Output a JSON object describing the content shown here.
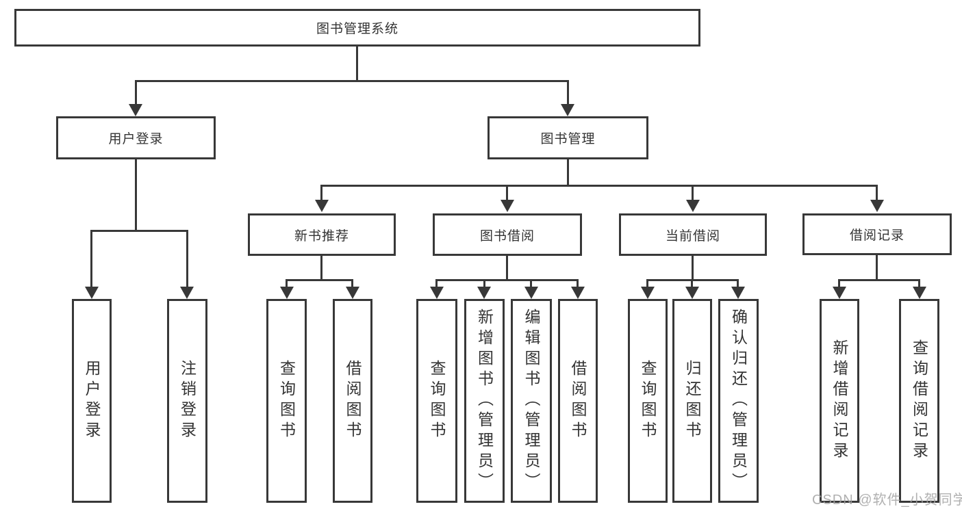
{
  "diagram_title": "图书管理系统",
  "nodes": {
    "system": {
      "label": "图书管理系统"
    },
    "userLogin": {
      "label": "用户登录"
    },
    "bookManagement": {
      "label": "图书管理"
    },
    "newBookRecommend": {
      "label": "新书推荐"
    },
    "bookBorrowing": {
      "label": "图书借阅"
    },
    "currentBorrowing": {
      "label": "当前借阅"
    },
    "borrowingRecords": {
      "label": "借阅记录"
    },
    "userLoginLeaf": {
      "label": "用户登录"
    },
    "logoutLeaf": {
      "label": "注销登录"
    },
    "queryBooks1": {
      "label": "查询图书"
    },
    "borrowBooks1": {
      "label": "借阅图书"
    },
    "queryBooks2": {
      "label": "查询图书"
    },
    "addBooks": {
      "label": "新增图书（管理员）"
    },
    "editBooks": {
      "label": "编辑图书（管理员）"
    },
    "borrowBooks2": {
      "label": "借阅图书"
    },
    "queryBooks3": {
      "label": "查询图书"
    },
    "returnBooks": {
      "label": "归还图书"
    },
    "confirmReturn": {
      "label": "确认归还（管理员）"
    },
    "addBorrowRecord": {
      "label": "新增借阅记录"
    },
    "queryBorrowRecord": {
      "label": "查询借阅记录"
    }
  },
  "hierarchy": {
    "图书管理系统": {
      "用户登录": [
        "用户登录",
        "注销登录"
      ],
      "图书管理": {
        "新书推荐": [
          "查询图书",
          "借阅图书"
        ],
        "图书借阅": [
          "查询图书",
          "新增图书（管理员）",
          "编辑图书（管理员）",
          "借阅图书"
        ],
        "当前借阅": [
          "查询图书",
          "归还图书",
          "确认归还（管理员）"
        ],
        "借阅记录": [
          "新增借阅记录",
          "查询借阅记录"
        ]
      }
    }
  },
  "watermark": {
    "text": "CSDN @软件_小贺同学"
  },
  "colors": {
    "line": "#383838",
    "box_border": "#383838",
    "text": "#333333",
    "background": "#ffffff",
    "watermark": "#a2a2a2"
  }
}
